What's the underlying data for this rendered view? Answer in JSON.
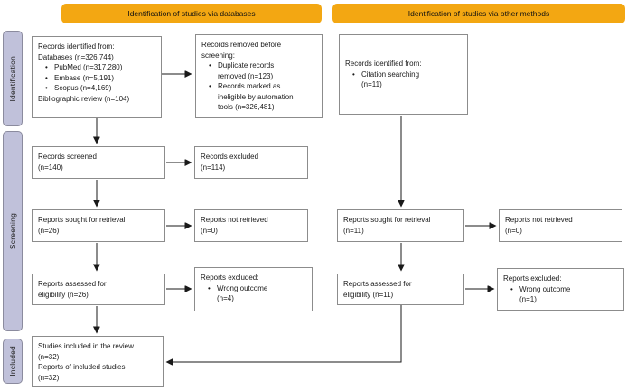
{
  "headers": {
    "databases": "Identification of studies via databases",
    "other_methods": "Identification of studies via other methods"
  },
  "stages": {
    "identification": "Identification",
    "screening": "Screening",
    "included": "Included"
  },
  "flow": {
    "records_identified_databases": {
      "line1": "Records identified from:",
      "line2": "Databases (n=326,744)",
      "bullets": [
        "PubMed (n=317,280)",
        "Embase (n=5,191)",
        "Scopus (n=4,169)"
      ],
      "line3": "Bibliographic review (n=104)"
    },
    "records_removed": {
      "line1": "Records removed before screening:",
      "bullets": [
        "Duplicate records removed (n=123)",
        "Records marked as ineligible by automation tools (n=326,481)"
      ]
    },
    "records_identified_other": {
      "line1": "Records identified from:",
      "bullets": [
        "Citation searching (n=11)"
      ]
    },
    "records_screened": {
      "line1": "Records screened",
      "line2": "(n=140)"
    },
    "records_excluded": {
      "line1": "Records excluded",
      "line2": "(n=114)"
    },
    "reports_sought_databases": {
      "line1": "Reports sought for retrieval",
      "line2": "(n=26)"
    },
    "reports_not_retrieved_databases": {
      "line1": "Reports not retrieved",
      "line2": "(n=0)"
    },
    "reports_assessed_databases": {
      "line1": "Reports assessed for",
      "line2": "eligibility (n=26)"
    },
    "reports_excluded_databases": {
      "line1": "Reports excluded:",
      "bullets": [
        "Wrong outcome (n=4)"
      ]
    },
    "reports_sought_other": {
      "line1": "Reports sought for retrieval",
      "line2": "(n=11)"
    },
    "reports_not_retrieved_other": {
      "line1": "Reports not retrieved",
      "line2": "(n=0)"
    },
    "reports_assessed_other": {
      "line1": "Reports assessed for",
      "line2": "eligibility (n=11)"
    },
    "reports_excluded_other": {
      "line1": "Reports excluded:",
      "bullets": [
        "Wrong outcome (n=1)"
      ]
    },
    "studies_included": {
      "line1": "Studies included in the review",
      "line2": "(n=32)",
      "line3": "Reports of included studies",
      "line4": "(n=32)"
    }
  },
  "bullet_glyph": "•",
  "colors": {
    "header_bg": "#F3A712",
    "stage_bg": "#C0C1DA",
    "box_border": "#8C8C8C",
    "arrow": "#1A1A1A"
  }
}
